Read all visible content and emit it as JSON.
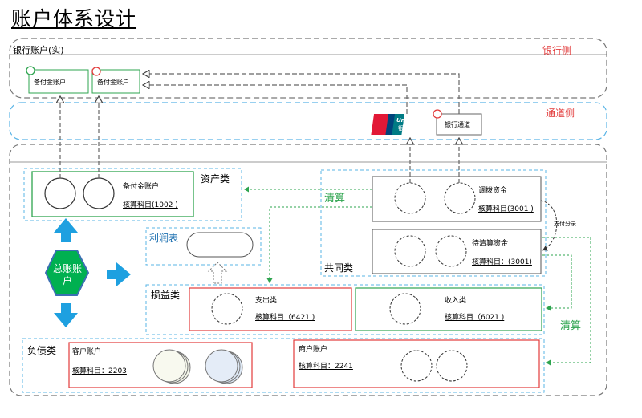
{
  "title": "账户体系设计",
  "bank_section": {
    "title": "银行账户(实)",
    "side_label": "银行侧"
  },
  "channel_section": {
    "side_label": "通道侧"
  },
  "bank_accounts": [
    {
      "label": "备付金账户",
      "logo": "bank-logo-icon"
    },
    {
      "label": "备付金账户",
      "logo": "bank-logo-icon"
    }
  ],
  "channels": {
    "unionpay_brand": "UnionPay",
    "unionpay_cn": "银联",
    "bank_channel": "银行通道"
  },
  "asset": {
    "title": "资产类",
    "name": "备付金账户",
    "code": "核算科目(1002 )"
  },
  "clearing_label": "清算",
  "common": {
    "title": "共同类",
    "allot": {
      "name": "调拨资金",
      "code": "核算科目(3001 )"
    },
    "pending": {
      "name": "待清算资金",
      "code": "核算科目：(3001)"
    },
    "split_label": "支付分录"
  },
  "profit": {
    "title": "利润表"
  },
  "gl": {
    "title": "总账账户"
  },
  "pl": {
    "title": "损益类",
    "expense": {
      "name": "支出类",
      "code": "核算科目（6421 )"
    },
    "income": {
      "name": "收入类",
      "code": "核算科目（6021 )"
    }
  },
  "liability": {
    "title": "负债类",
    "customer": {
      "name": "客户账户",
      "code": "核算科目：2203"
    },
    "merchant": {
      "name": "商户账户",
      "code": "核算科目：2241"
    }
  },
  "right_clearing_label": "清算",
  "colors": {
    "red": "#e23b3b",
    "green": "#2ea44f",
    "blue_dash": "#5ab4e6",
    "arrow_blue": "#1ea0e0",
    "hex_green": "#00b050"
  }
}
